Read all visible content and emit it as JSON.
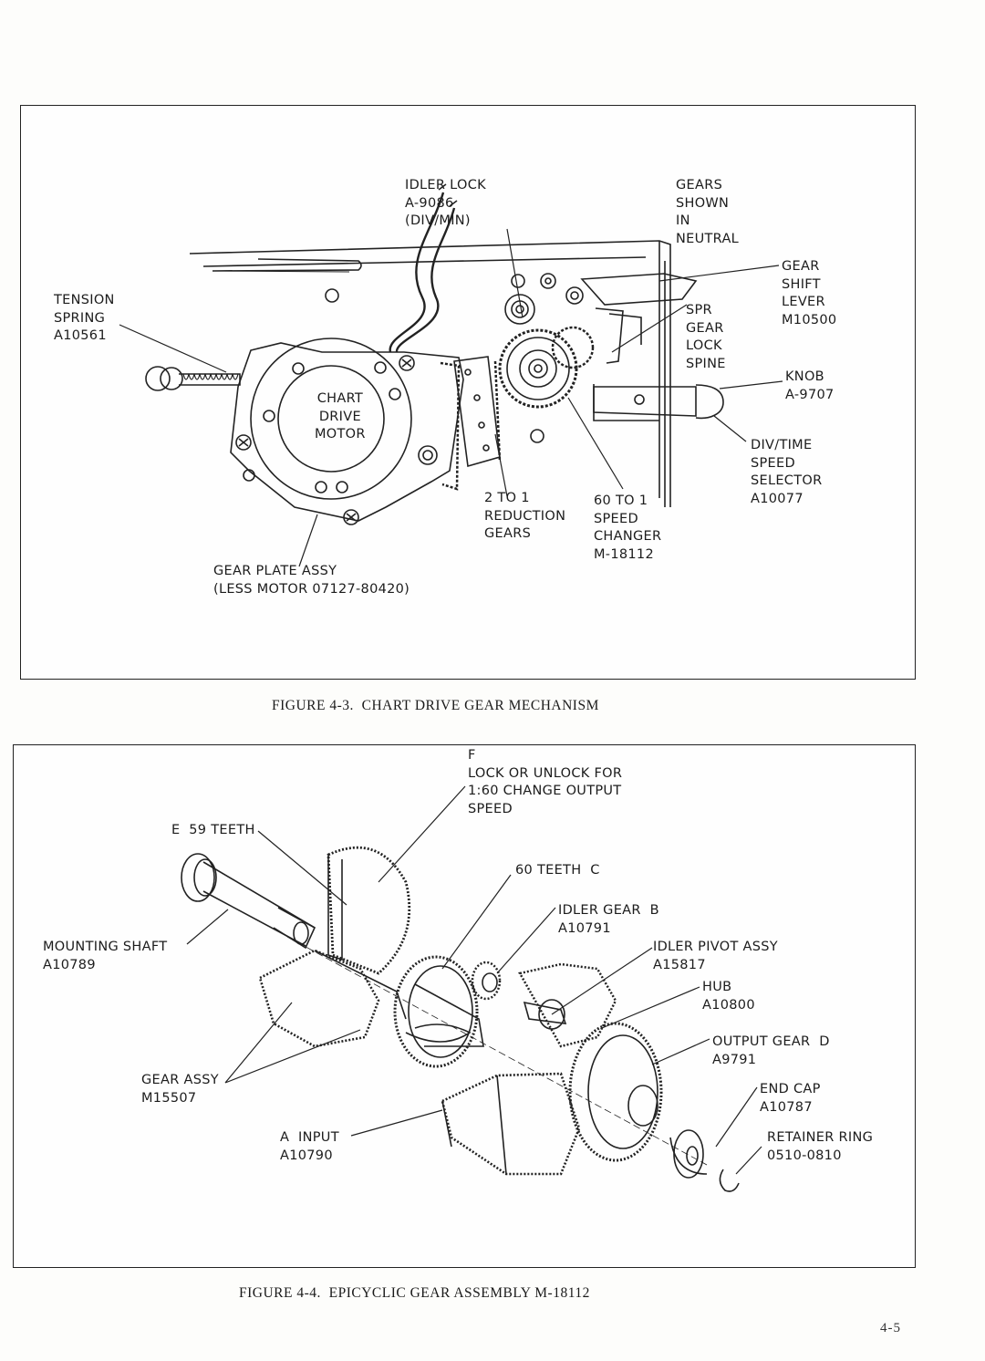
{
  "figure3": {
    "caption": "FIGURE 4-3.  CHART DRIVE GEAR MECHANISM",
    "labels": {
      "idler_lock": "IDLER LOCK\nA-9086\n(DIV/MIN)",
      "gears_shown": "GEARS\nSHOWN\nIN\nNEUTRAL",
      "tension_spring": "TENSION\nSPRING\nA10561",
      "gear_shift_lever": "GEAR\nSHIFT\nLEVER\nM10500",
      "spr_gear_lock": "SPR\nGEAR\nLOCK\nSPINE",
      "knob": "KNOB\nA-9707",
      "motor": "CHART\nDRIVE\nMOTOR",
      "div_time": "DIV/TIME\nSPEED\nSELECTOR\nA10077",
      "reduction": "2 TO 1\nREDUCTION\nGEARS",
      "speed_changer": "60 TO 1\nSPEED\nCHANGER\nM-18112",
      "gear_plate": "GEAR PLATE ASSY\n(LESS MOTOR 07127-80420)"
    }
  },
  "figure4": {
    "caption": "FIGURE 4-4.  EPICYCLIC GEAR ASSEMBLY M-18112",
    "labels": {
      "lock_f": "F\nLOCK OR UNLOCK FOR\n1:60 CHANGE OUTPUT\nSPEED",
      "e_teeth": "E  59 TEETH",
      "c_teeth": "60 TEETH  C",
      "idler_gear": "IDLER GEAR  B\nA10791",
      "mounting_shaft": "MOUNTING SHAFT\nA10789",
      "idler_pivot": "IDLER PIVOT ASSY\nA15817",
      "hub": "HUB\nA10800",
      "output_gear": "OUTPUT GEAR  D\nA9791",
      "gear_assy": "GEAR ASSY\nM15507",
      "end_cap": "END CAP\nA10787",
      "input": "A  INPUT\nA10790",
      "retainer": "RETAINER RING\n0510-0810"
    }
  },
  "page_number": "4-5"
}
